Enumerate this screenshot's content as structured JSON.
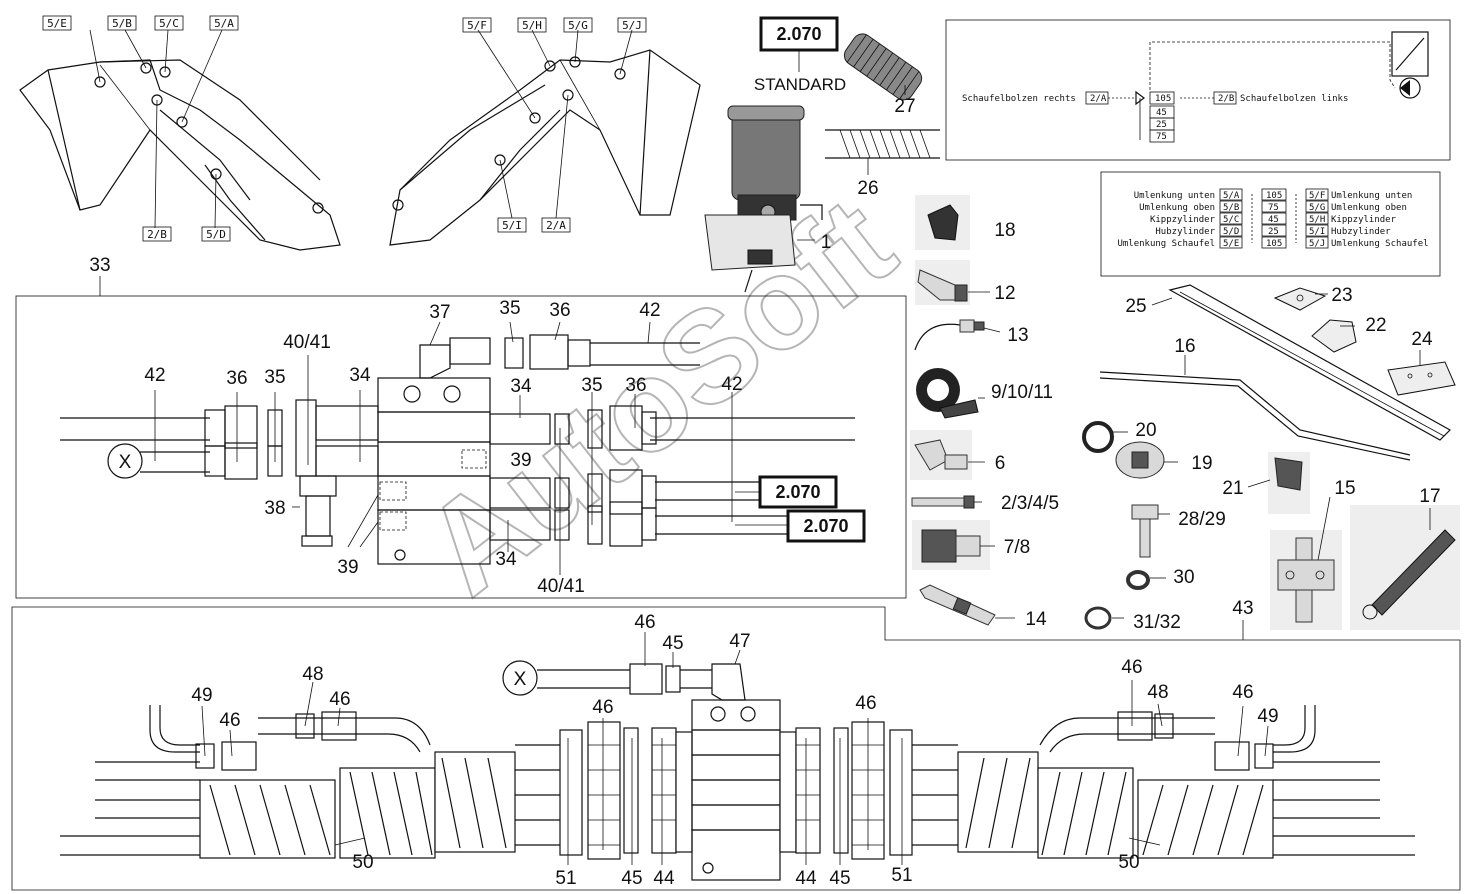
{
  "references": {
    "top_standard": "2.070",
    "standard_label": "STANDARD",
    "distributor_a": "2.070",
    "distributor_b": "2.070"
  },
  "loader_tags": [
    "5/E",
    "5/B",
    "5/C",
    "5/A",
    "2/B",
    "5/D",
    "5/F",
    "5/H",
    "5/G",
    "5/J",
    "5/I",
    "2/A"
  ],
  "schematic_top": {
    "left_label": "Schaufelbolzen rechts",
    "left_tag": "2/A",
    "right_tag": "2/B",
    "right_label": "Schaufelbolzen links",
    "values": [
      "105",
      "45",
      "25",
      "75"
    ]
  },
  "schematic_table": {
    "rows": [
      {
        "left": "Umlenkung unten",
        "ltag": "5/A",
        "val": "105",
        "rtag": "5/F",
        "right": "Umlenkung unten"
      },
      {
        "left": "Umlenkung oben",
        "ltag": "5/B",
        "val": "75",
        "rtag": "5/G",
        "right": "Umlenkung oben"
      },
      {
        "left": "Kippzylinder",
        "ltag": "5/C",
        "val": "45",
        "rtag": "5/H",
        "right": "Kippzylinder"
      },
      {
        "left": "Hubzylinder",
        "ltag": "5/D",
        "val": "25",
        "rtag": "5/I",
        "right": "Hubzylinder"
      },
      {
        "left": "Umlenkung Schaufel",
        "ltag": "5/E",
        "val": "105",
        "rtag": "5/J",
        "right": "Umlenkung Schaufel"
      }
    ]
  },
  "part_numbers": {
    "p1": "1",
    "p26": "26",
    "p27": "27",
    "p18": "18",
    "p12": "12",
    "p13": "13",
    "p9": "9/10/11",
    "p6": "6",
    "p2": "2/3/4/5",
    "p7": "7/8",
    "p14": "14",
    "p20": "20",
    "p19": "19",
    "p21": "21",
    "p28": "28/29",
    "p30": "30",
    "p31": "31/32",
    "p25": "25",
    "p16": "16",
    "p23": "23",
    "p22": "22",
    "p24": "24",
    "p15": "15",
    "p17": "17",
    "p33": "33",
    "p43": "43"
  },
  "upper_box_labels": {
    "l37": "37",
    "l35a": "35",
    "l36a": "36",
    "l42a": "42",
    "l4041a": "40/41",
    "l42b": "42",
    "l36b": "36",
    "l35b": "35",
    "l34a": "34",
    "l34b": "34",
    "l35c": "35",
    "l36c": "36",
    "l42c": "42",
    "l39a": "39",
    "l38": "38",
    "l39b": "39",
    "l34c": "34",
    "l4041b": "40/41",
    "x": "X"
  },
  "lower_box_labels": {
    "l46a": "46",
    "l45a": "45",
    "l47": "47",
    "l48a": "48",
    "l46b": "46",
    "l49a": "49",
    "l46c": "46",
    "l46d": "46",
    "l46e": "46",
    "l46f": "46",
    "l48b": "48",
    "l46g": "46",
    "l49b": "49",
    "l50a": "50",
    "l51a": "51",
    "l45b": "45",
    "l44a": "44",
    "l44b": "44",
    "l45c": "45",
    "l51b": "51",
    "l50b": "50",
    "x": "X"
  },
  "watermark": "AutoSoft"
}
